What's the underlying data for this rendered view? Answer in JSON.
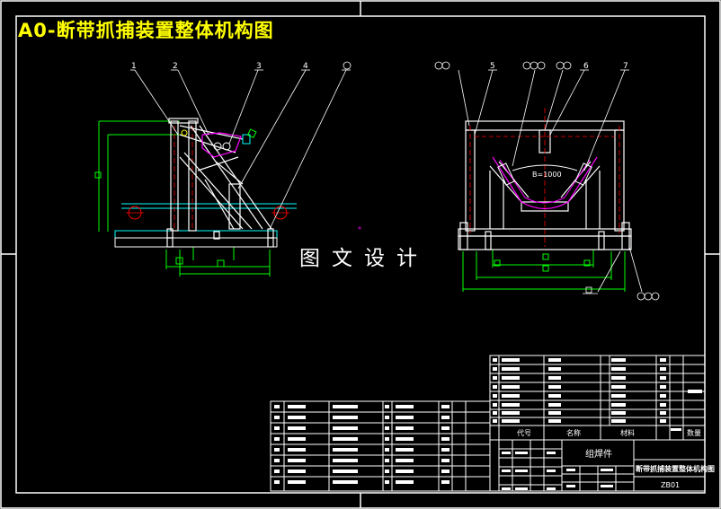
{
  "drawing_title": "A0-断带抓捕装置整体机构图",
  "watermark": "图文设计",
  "callouts": {
    "c1": "1",
    "c2": "2",
    "c3": "3",
    "c4": "4",
    "c5": "5",
    "c6": "6",
    "c7": "7"
  },
  "belt_label": "B=1000",
  "title_block": {
    "col_code": "代号",
    "col_name": "名称",
    "col_material": "材料",
    "col_qty": "数量",
    "weld": "组焊件",
    "drawing_name": "断带抓捕装置整体机构图",
    "drawing_code": "ZB01"
  },
  "colors": {
    "background": "#000000",
    "title": "#ffff00",
    "frame": "#ffffff",
    "structure": "#ffffff",
    "dimension": "#00ff00",
    "centerline": "#ff0000",
    "belt": "#ff00ff",
    "leader": "#ffffff",
    "shaft": "#00ffff"
  }
}
